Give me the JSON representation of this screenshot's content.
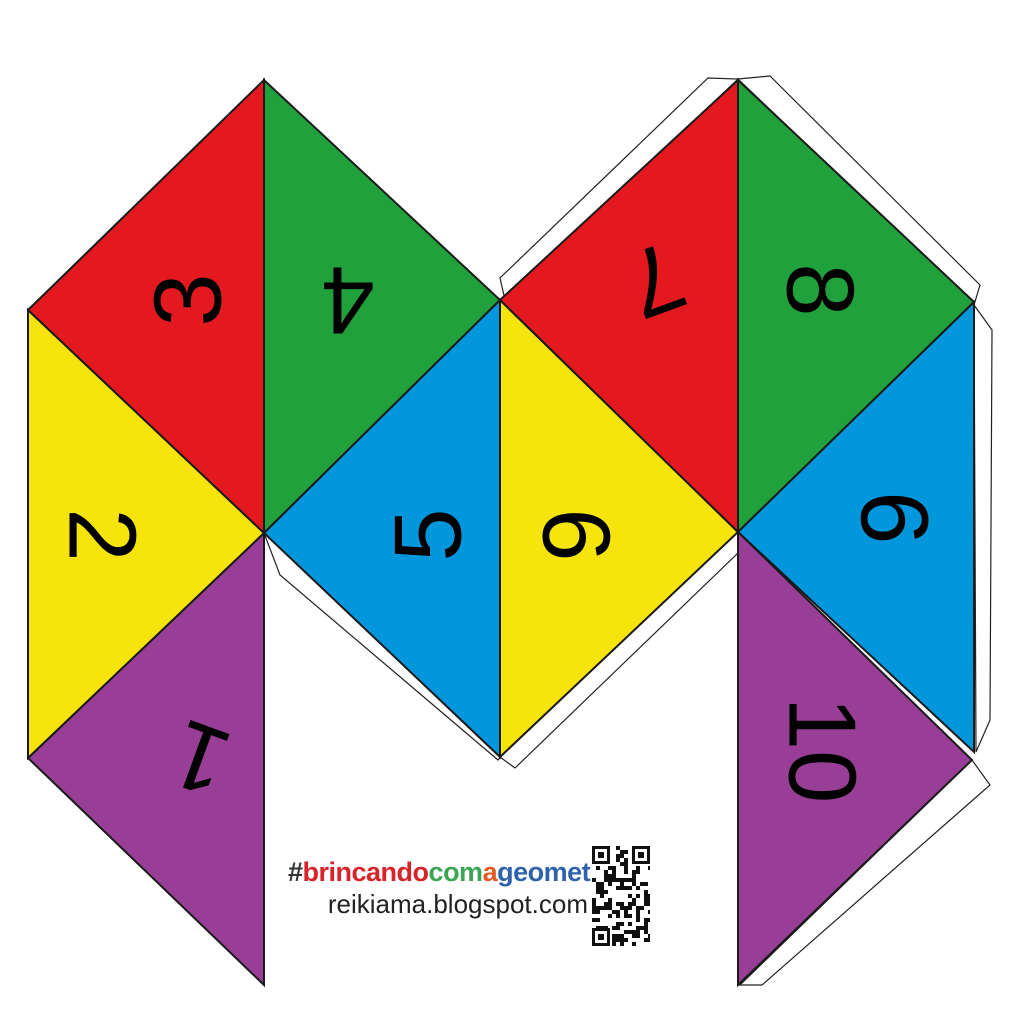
{
  "colors": {
    "red": "#e3191f",
    "green": "#21a13b",
    "yellow": "#f6e40c",
    "blue": "#0297dd",
    "purple": "#993e96"
  },
  "faces": [
    {
      "number": "1",
      "color": "purple"
    },
    {
      "number": "2",
      "color": "yellow"
    },
    {
      "number": "3",
      "color": "red"
    },
    {
      "number": "4",
      "color": "green"
    },
    {
      "number": "5",
      "color": "blue"
    },
    {
      "number": "6",
      "color": "yellow"
    },
    {
      "number": "7",
      "color": "red"
    },
    {
      "number": "8",
      "color": "green"
    },
    {
      "number": "9",
      "color": "blue"
    },
    {
      "number": "10",
      "color": "purple"
    }
  ],
  "credit": {
    "hashtag_parts": [
      {
        "text": "#",
        "color": "#333333"
      },
      {
        "text": "brincando",
        "color": "#d9232a"
      },
      {
        "text": "com",
        "color": "#3aa655"
      },
      {
        "text": "a",
        "color": "#e35a26"
      },
      {
        "text": "geometria",
        "color": "#2f62ad"
      }
    ],
    "blog": "reikiama.blogspot.com"
  },
  "qr_icon": "qr-code-icon"
}
